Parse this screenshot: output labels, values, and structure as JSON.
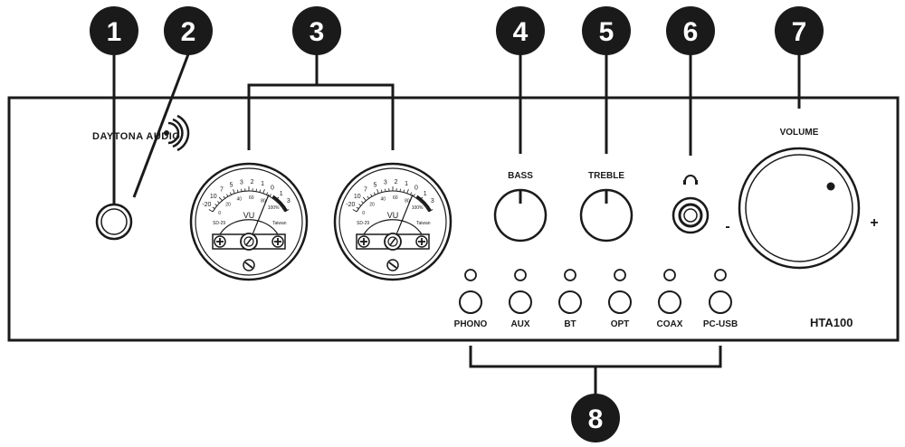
{
  "brand": "DAYTONA AUDIO",
  "model": "HTA100",
  "callouts": [
    "1",
    "2",
    "3",
    "4",
    "5",
    "6",
    "7",
    "8"
  ],
  "labels": {
    "bass": "BASS",
    "treble": "TREBLE",
    "volume": "VOLUME",
    "volume_minus": "-",
    "volume_plus": "+"
  },
  "meters": {
    "vu": "VU",
    "scale_top": [
      "-20",
      "10",
      "7",
      "5",
      "3",
      "2",
      "1",
      "0",
      "1",
      "3"
    ],
    "scale_bottom": [
      "0",
      "20",
      "40",
      "60",
      "80",
      "100%"
    ],
    "left_note": "SD-29",
    "right_note": "Taiwan"
  },
  "inputs": [
    "PHONO",
    "AUX",
    "BT",
    "OPT",
    "COAX",
    "PC-USB"
  ],
  "icons": {
    "headphone": "headphone-icon",
    "brand_logo": "sound-waves-icon"
  }
}
